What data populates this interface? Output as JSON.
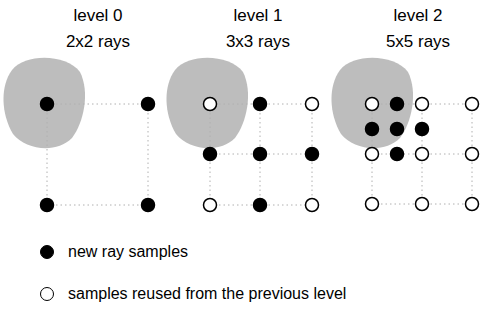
{
  "diagram": {
    "labels": [
      "level 0",
      "2x2 rays",
      "level 1",
      "3x3 rays",
      "level 2",
      "5x5 rays"
    ],
    "legend": [
      {
        "text": "new ray samples",
        "color": "#000000"
      },
      {
        "text": "samples reused from the previous level"
      }
    ]
  }
}
